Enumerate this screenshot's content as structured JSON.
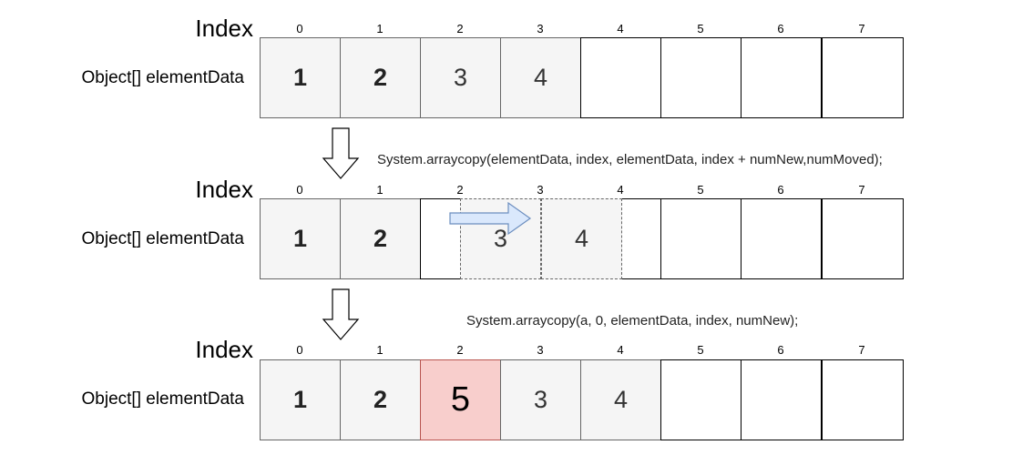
{
  "common": {
    "index_label": "Index",
    "var_label": "Object[] elementData"
  },
  "code_lines": [
    "System.arraycopy(elementData, index, elementData, index + numNew,numMoved);",
    "System.arraycopy(a, 0, elementData, index, numNew);"
  ],
  "rows": [
    {
      "indices": [
        "0",
        "1",
        "2",
        "3",
        "4",
        "5",
        "6",
        "7"
      ],
      "cells": [
        {
          "value": "1",
          "style": "bold"
        },
        {
          "value": "2",
          "style": "bold"
        },
        {
          "value": "3",
          "style": "filled"
        },
        {
          "value": "4",
          "style": "filled"
        },
        {
          "value": "",
          "style": "empty"
        },
        {
          "value": "",
          "style": "empty"
        },
        {
          "value": "",
          "style": "empty"
        },
        {
          "value": "",
          "style": "empty"
        }
      ]
    },
    {
      "indices": [
        "0",
        "1",
        "2",
        "3",
        "4",
        "5",
        "6",
        "7"
      ],
      "cells": [
        {
          "value": "1",
          "style": "bold"
        },
        {
          "value": "2",
          "style": "bold"
        },
        {
          "value": "",
          "style": "empty"
        },
        {
          "value": "",
          "style": "empty"
        },
        {
          "value": "",
          "style": "empty"
        },
        {
          "value": "",
          "style": "empty"
        },
        {
          "value": "",
          "style": "empty"
        },
        {
          "value": "",
          "style": "empty"
        }
      ],
      "moved_cells": [
        {
          "value": "3"
        },
        {
          "value": "4"
        }
      ]
    },
    {
      "indices": [
        "0",
        "1",
        "2",
        "3",
        "4",
        "5",
        "6",
        "7"
      ],
      "cells": [
        {
          "value": "1",
          "style": "bold"
        },
        {
          "value": "2",
          "style": "bold"
        },
        {
          "value": "5",
          "style": "highlight"
        },
        {
          "value": "3",
          "style": "filled"
        },
        {
          "value": "4",
          "style": "filled"
        },
        {
          "value": "",
          "style": "empty"
        },
        {
          "value": "",
          "style": "empty"
        },
        {
          "value": "",
          "style": "empty"
        }
      ]
    }
  ],
  "colors": {
    "filled": "#f5f5f5",
    "highlight": "#f8cecc",
    "arrow_fill": "#dae8fc",
    "arrow_stroke": "#6c8ebf",
    "border": "#000000",
    "dashed": "#666666"
  }
}
